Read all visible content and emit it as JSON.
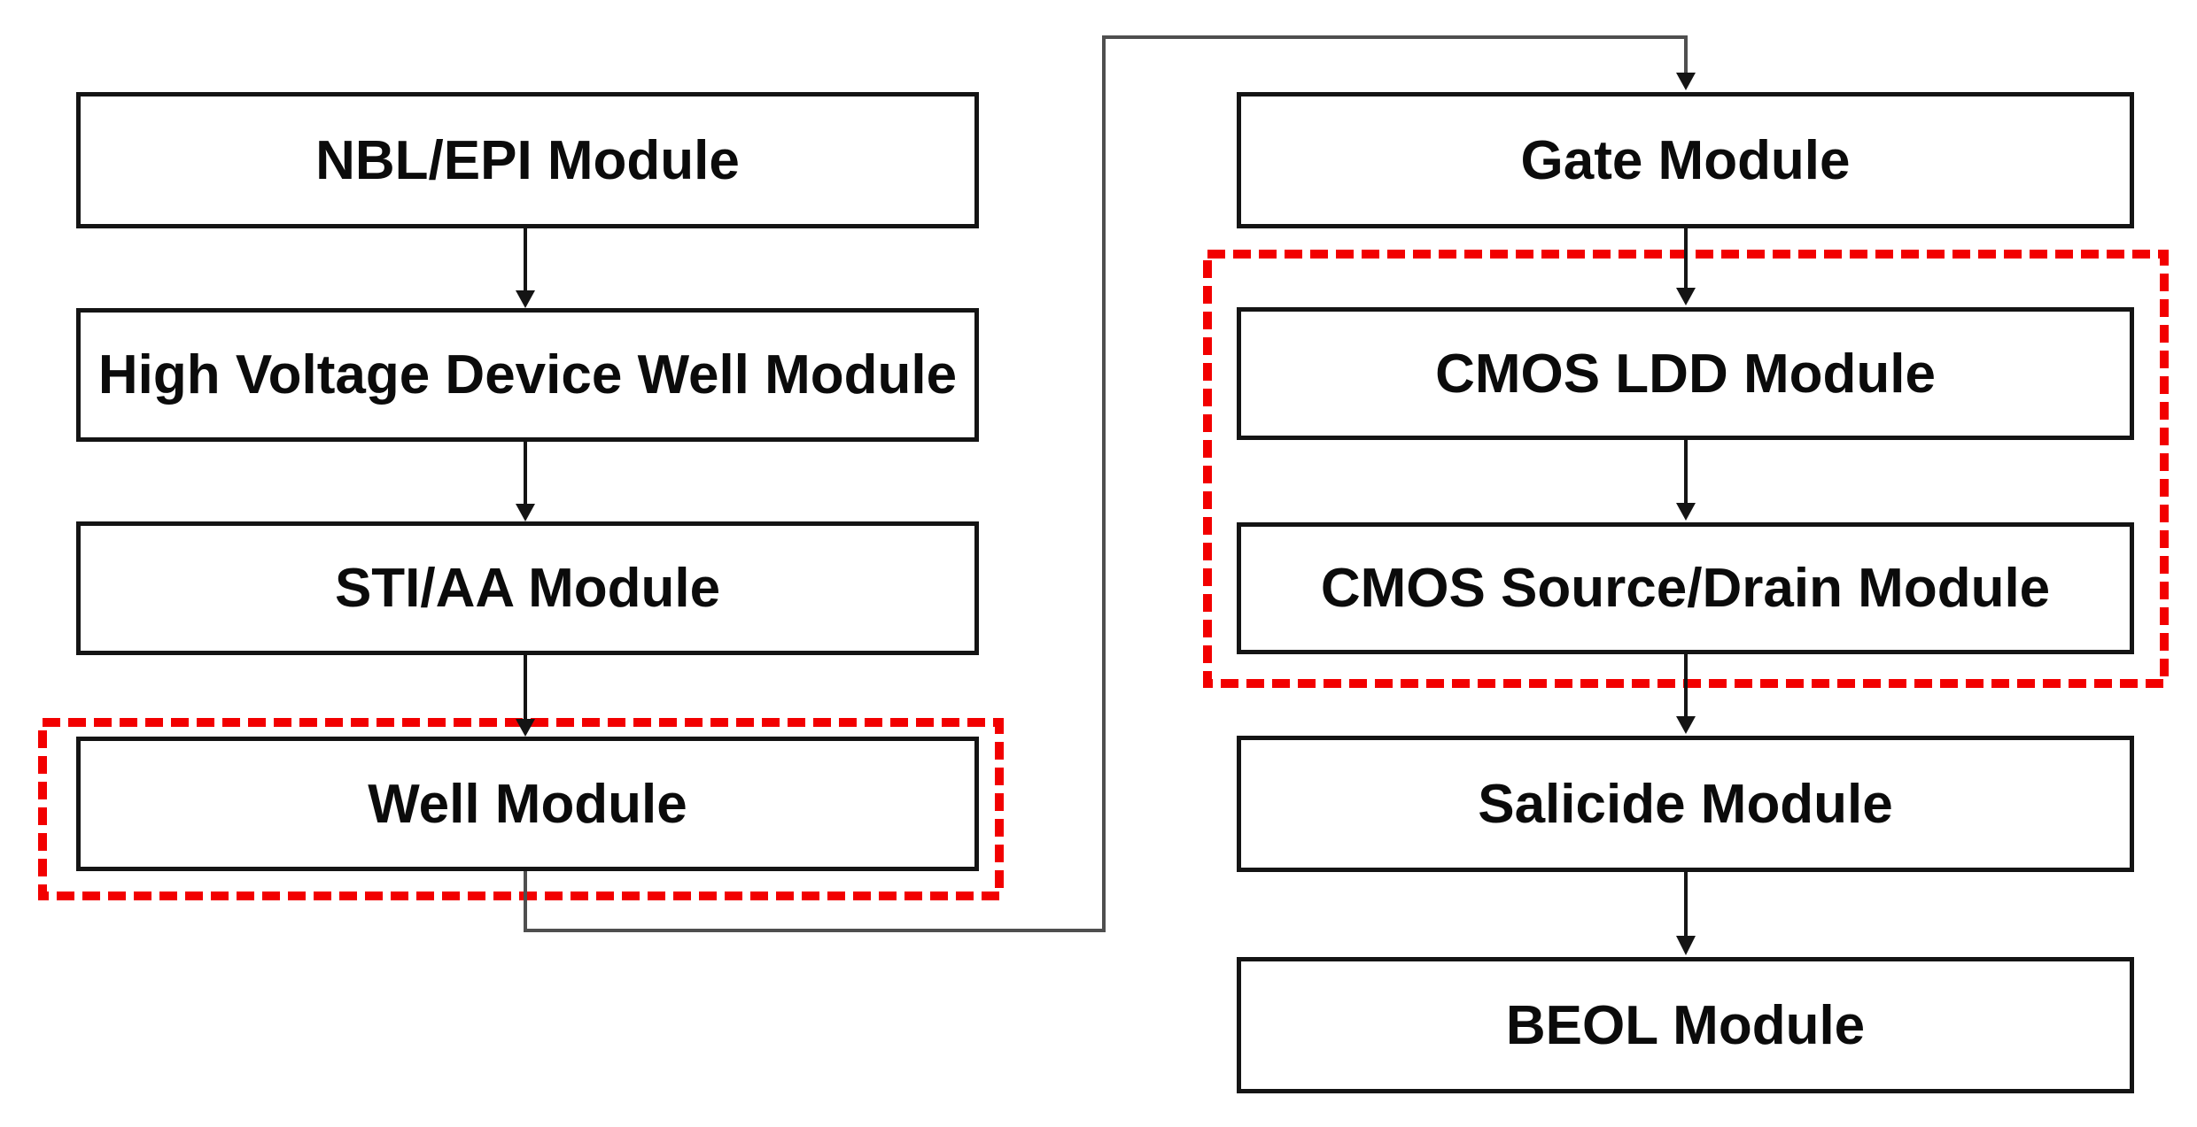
{
  "diagram_type": "process-flow",
  "colors": {
    "background": "#ffffff",
    "box_fill": "#ffffff",
    "box_border": "#141414",
    "text": "#0b0b0b",
    "arrow": "#141414",
    "connector": "#4f4f4f",
    "highlight_red": "#f20000"
  },
  "modules": {
    "left_column": [
      {
        "id": "nbl-epi",
        "label": "NBL/EPI Module",
        "highlighted": false
      },
      {
        "id": "hv-well",
        "label": "High Voltage Device Well Module",
        "highlighted": false
      },
      {
        "id": "sti-aa",
        "label": "STI/AA Module",
        "highlighted": false
      },
      {
        "id": "well",
        "label": "Well Module",
        "highlighted": true
      }
    ],
    "right_column": [
      {
        "id": "gate",
        "label": "Gate Module",
        "highlighted": false
      },
      {
        "id": "cmos-ldd",
        "label": "CMOS LDD Module",
        "highlighted": true
      },
      {
        "id": "cmos-sd",
        "label": "CMOS Source/Drain Module",
        "highlighted": true
      },
      {
        "id": "salicide",
        "label": "Salicide Module",
        "highlighted": false
      },
      {
        "id": "beol",
        "label": "BEOL Module",
        "highlighted": false
      }
    ]
  },
  "flow_edges": [
    {
      "from": "nbl-epi",
      "to": "hv-well"
    },
    {
      "from": "hv-well",
      "to": "sti-aa"
    },
    {
      "from": "sti-aa",
      "to": "well"
    },
    {
      "from": "well",
      "to": "gate"
    },
    {
      "from": "gate",
      "to": "cmos-ldd"
    },
    {
      "from": "cmos-ldd",
      "to": "cmos-sd"
    },
    {
      "from": "cmos-sd",
      "to": "salicide"
    },
    {
      "from": "salicide",
      "to": "beol"
    }
  ],
  "highlights": [
    {
      "style": "red-dashed-rectangle",
      "contains": [
        "well"
      ]
    },
    {
      "style": "red-dashed-rectangle",
      "contains": [
        "cmos-ldd",
        "cmos-sd"
      ]
    }
  ]
}
